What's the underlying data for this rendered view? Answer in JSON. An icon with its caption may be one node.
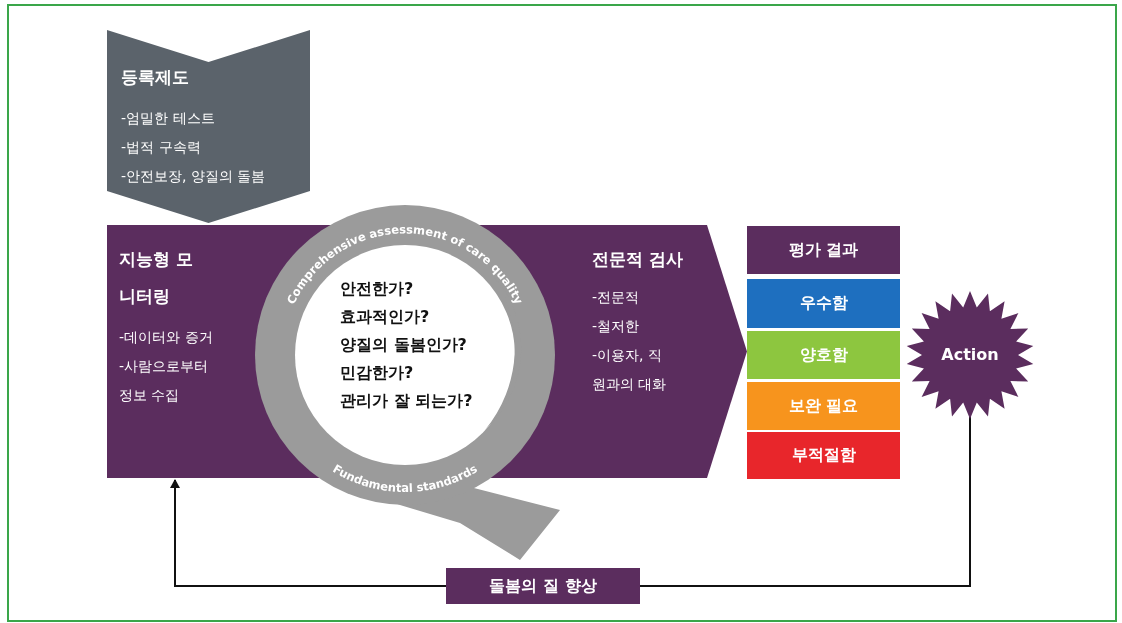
{
  "diagram": {
    "nodes": [
      {
        "text": [
          "등록제도",
          "-엄밀한 테스트",
          "-법적 구속력",
          "-안전보장, 양질의 돌봄"
        ]
      },
      {
        "text": [
          "지능형 모니터링",
          "-데이터와 증거",
          "-사람으로부터 정보 수집",
          "전문적 검사",
          "-전문적",
          "-철저한",
          "-이용자, 직원과의 대화"
        ]
      },
      {
        "text": [
          "Comprehensive assessment of care quality",
          "안전한가?",
          "효과적인가?",
          "양질의 돌봄인가?",
          "민감한가?",
          "관리가 잘 되는가?",
          "Fundamental standards"
        ]
      },
      {
        "text": [
          "평가 결과"
        ]
      },
      {
        "text": [
          "우수함"
        ]
      },
      {
        "text": [
          "양호함"
        ]
      },
      {
        "text": [
          "보완 필요"
        ]
      },
      {
        "text": [
          "부적절함"
        ]
      },
      {
        "text": [
          "Action"
        ]
      },
      {
        "text": [
          "돌봄의 질 향상"
        ]
      }
    ],
    "edges": [
      {
        "from": 8,
        "to": 9,
        "arrow": "none"
      },
      {
        "from": 9,
        "to": 1,
        "arrow": "to"
      }
    ]
  }
}
